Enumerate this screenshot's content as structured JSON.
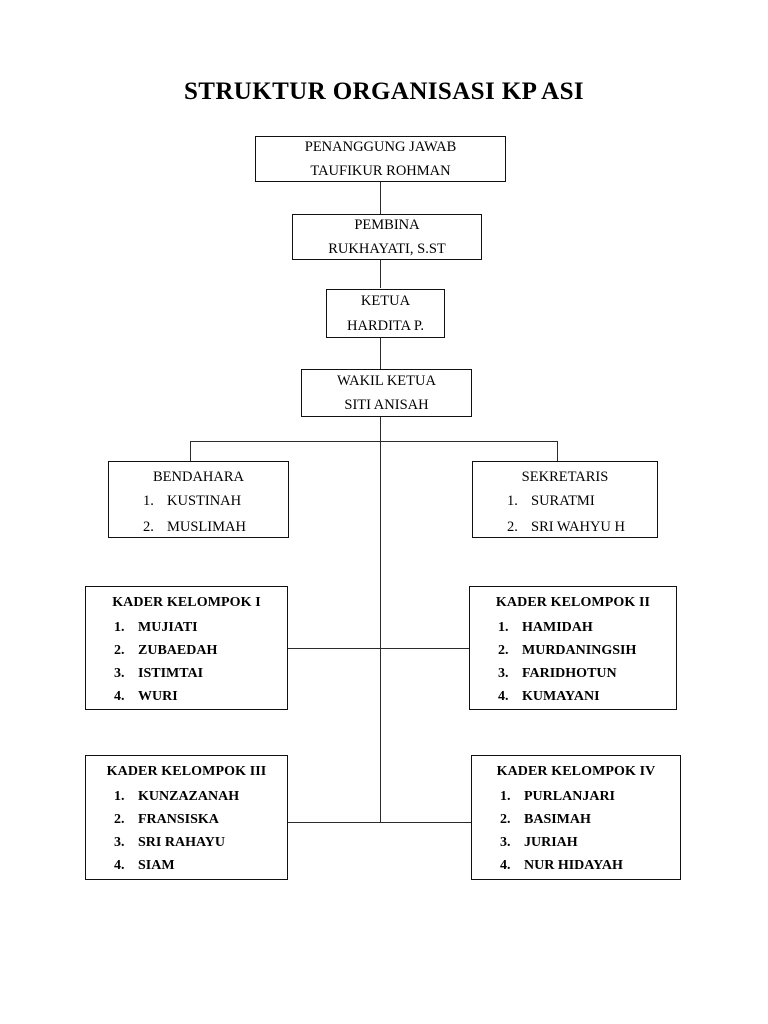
{
  "document": {
    "title": "STRUKTUR ORGANISASI KP ASI"
  },
  "chart_type": "organization-chart",
  "nodes": {
    "penanggung_jawab": {
      "role": "PENANGGUNG JAWAB",
      "name": "TAUFIKUR ROHMAN"
    },
    "pembina": {
      "role": "PEMBINA",
      "name": "RUKHAYATI, S.ST"
    },
    "ketua": {
      "role": "KETUA",
      "name": "HARDITA P."
    },
    "wakil_ketua": {
      "role": "WAKIL KETUA",
      "name": "SITI ANISAH"
    },
    "bendahara": {
      "role": "BENDAHARA",
      "members": [
        "KUSTINAH",
        "MUSLIMAH"
      ]
    },
    "sekretaris": {
      "role": "SEKRETARIS",
      "members": [
        "SURATMI",
        "SRI WAHYU H"
      ]
    },
    "kader_kelompok_1": {
      "role": "KADER KELOMPOK I",
      "members": [
        "MUJIATI",
        "ZUBAEDAH",
        "ISTIMTAI",
        "WURI"
      ]
    },
    "kader_kelompok_2": {
      "role": "KADER KELOMPOK II",
      "members": [
        "HAMIDAH",
        "MURDANINGSIH",
        "FARIDHOTUN",
        "KUMAYANI"
      ]
    },
    "kader_kelompok_3": {
      "role": "KADER KELOMPOK III",
      "members": [
        "KUNZAZANAH",
        "FRANSISKA",
        "SRI RAHAYU",
        "SIAM"
      ]
    },
    "kader_kelompok_4": {
      "role": "KADER KELOMPOK IV",
      "members": [
        "PURLANJARI",
        "BASIMAH",
        "JURIAH",
        "NUR HIDAYAH"
      ]
    }
  },
  "colors": {
    "background": "#ffffff",
    "text": "#000000",
    "border": "#111111",
    "connector": "#2b2b2b"
  }
}
